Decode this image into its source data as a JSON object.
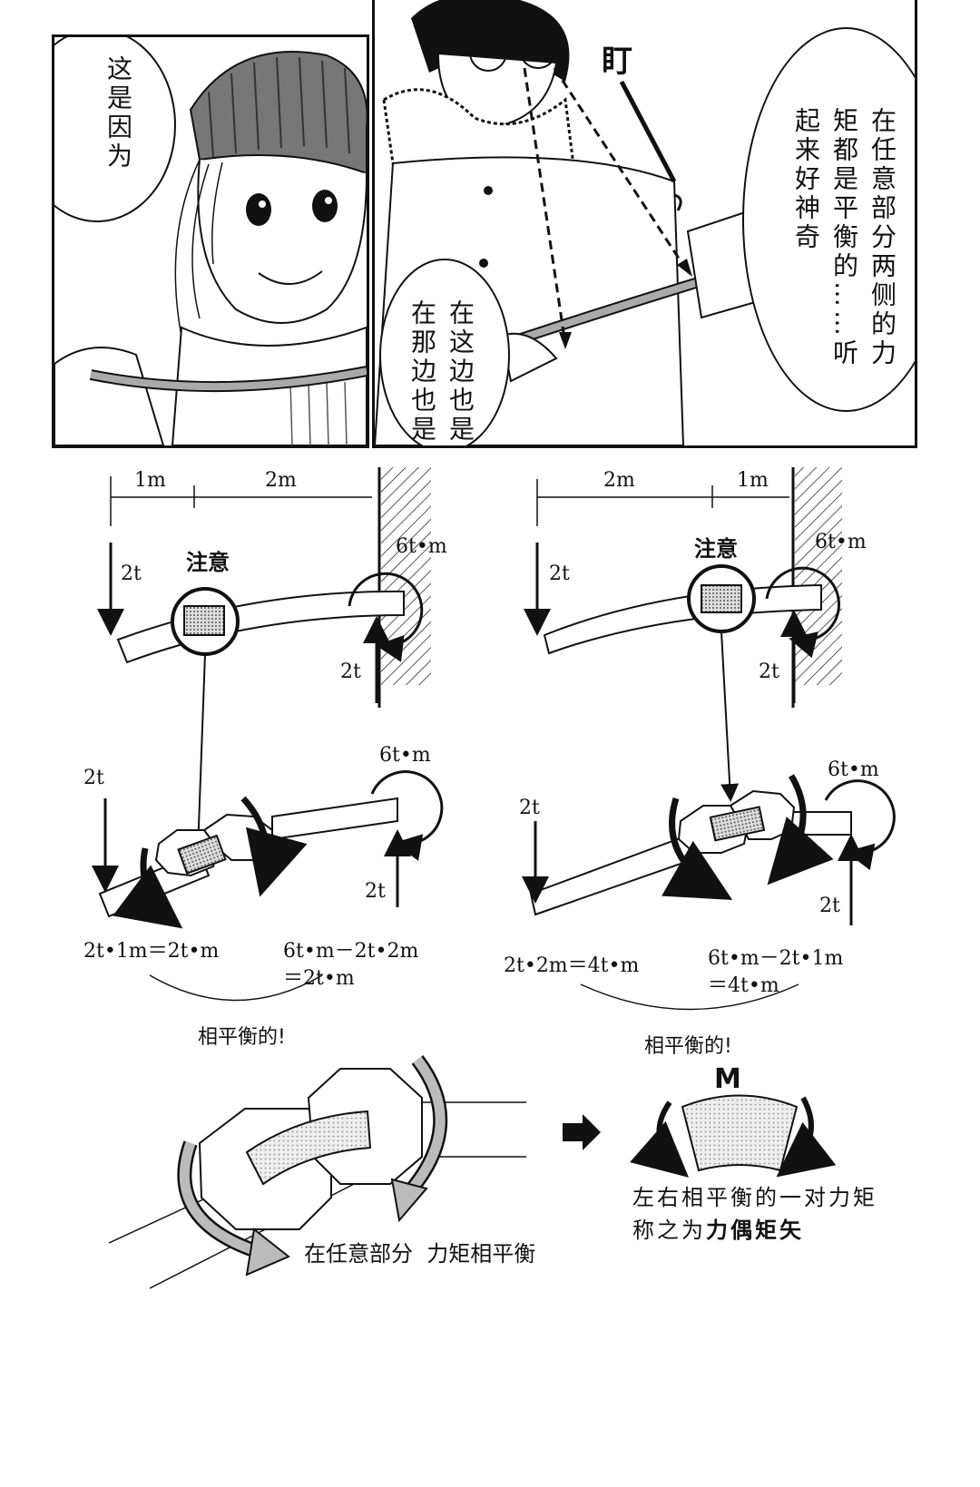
{
  "panel_left": {
    "bubble_text": "这是因为"
  },
  "panel_right": {
    "sfx": "盯",
    "bubble_main_lines": [
      "在任意部分两侧的力",
      "矩都是平衡的……听",
      "起来好神奇"
    ],
    "bubble_small_lines": [
      "在这边也是",
      "在那边也是"
    ]
  },
  "diagram_left": {
    "dim_1": "1m",
    "dim_2": "2m",
    "note": "注意",
    "force_top": "2t",
    "moment_top": "6t•m",
    "reaction_top": "2t",
    "force_bottom": "2t",
    "moment_bottom": "6t•m",
    "reaction_bottom": "2t",
    "eq_left": "2t•1m＝2t•m",
    "eq_right_1": "6t•m－2t•2m",
    "eq_right_2": "＝2t•m",
    "balanced": "相平衡的!"
  },
  "diagram_right": {
    "dim_1": "2m",
    "dim_2": "1m",
    "note": "注意",
    "force_top": "2t",
    "moment_top": "6t•m",
    "reaction_top": "2t",
    "force_bottom": "2t",
    "moment_bottom": "6t•m",
    "reaction_bottom": "2t",
    "eq_left": "2t•2m＝4t•m",
    "eq_right_1": "6t•m－2t•1m",
    "eq_right_2": "＝4t•m",
    "balanced": "相平衡的!"
  },
  "bottom": {
    "caption_left": "在任意部分  力矩相平衡",
    "moment_label": "M",
    "caption_right_1": "左右相平衡的一对力矩",
    "caption_right_2_prefix": "称之为",
    "caption_right_2_bold": "力偶矩矢"
  }
}
